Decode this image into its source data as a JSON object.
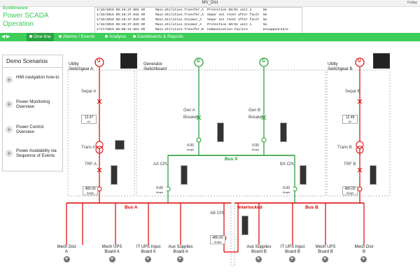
{
  "window": {
    "title": "MV_Dist",
    "day": "Friday"
  },
  "brand": {
    "eco": "EcoStruxure",
    "line1": "Power SCADA",
    "line2": "Operation"
  },
  "alarms": [
    {
      "time": "1/18/2019 09:28:37.004 AM",
      "source": "Main.Utilities.Transfer_A",
      "desc": "Protection 50/51 unit 1",
      "state": "No"
    },
    {
      "time": "1/18/2019 09:28:37.032 AM",
      "source": "Main.Utilities.Transfer_A",
      "desc": "Separ not reset after fault",
      "state": "No"
    },
    {
      "time": "1/18/2019 09:28:37.032 AM",
      "source": "Main.Utilities.Incomer_A",
      "desc": "Separ not reset after fault",
      "state": "No"
    },
    {
      "time": "1/18/2019 09:28:37.029 AM",
      "source": "Main.Utilities.Incomer_A",
      "desc": "Protection 50/51 unit 1",
      "state": "No"
    },
    {
      "time": "1/17/2019 08:08:24.861 AM",
      "source": "Main.Utilities.Transfer_B",
      "desc": "Communication Failure",
      "state": "Disappearance"
    }
  ],
  "nav": {
    "items": [
      "One-line",
      "Alarms / Events",
      "Analysis",
      "Dashboards & Reports"
    ]
  },
  "sidebar": {
    "title": "Demo Scenarios",
    "items": [
      "HMI navigation how-to",
      "Power Monitoring Overview",
      "Power Control Overview",
      "Power Availability via Sequence of Events"
    ]
  },
  "diagram": {
    "utility_a": "Utility Switchgear A",
    "generator": "Generator Switchboard",
    "utility_b": "Utility Switchgear B",
    "sepam_a": "Separ A",
    "sepam_b": "Separ B",
    "gen_a": "Gen A",
    "gen_b": "Gen B",
    "breaker": "Breaker",
    "trans_a": "Trans A",
    "trans_b": "Trans B",
    "trf_a": "TRF A",
    "trf_b": "TRF B",
    "ax_cpl": "AX CPL",
    "bx_cpl": "BX CPL",
    "ab_cpl": "AB CPL",
    "bus_x": "Bus X",
    "bus_a": "Bus A",
    "bus_b": "Bus B",
    "interlocked": "Interlocked",
    "kv_a": "12.47",
    "kv_b": "12.48",
    "kv_unit": "kV",
    "amps_zero": "0.00",
    "amps_480": "480.00",
    "amps_unit": "Amps",
    "u": "U",
    "g": "G",
    "loads": [
      "Mech Dist A",
      "Mech UPS Board A",
      "IT UPS Input Board A",
      "Aux Supplies Board A",
      "Aux Supplies Board B",
      "IT UPS Input Board B",
      "Mech UPS Board B",
      "Mech Dist B"
    ]
  },
  "colors": {
    "brand": "#3dcd58",
    "energized": "#d00000",
    "bus_x": "#1a9a2a"
  }
}
